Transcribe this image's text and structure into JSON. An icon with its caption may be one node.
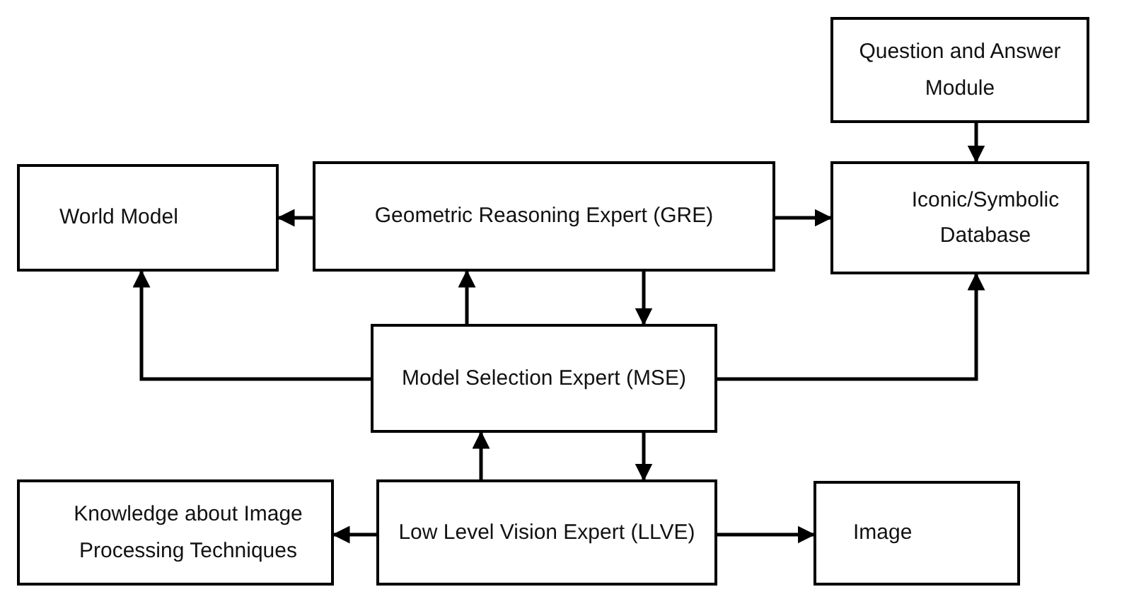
{
  "diagram": {
    "nodes": [
      {
        "text": [
          "Question and Answer Module"
        ]
      },
      {
        "text": [
          "World Model"
        ]
      },
      {
        "text": [
          "Geometric Reasoning Expert (GRE)"
        ]
      },
      {
        "text": [
          "Iconic/Symbolic Database"
        ]
      },
      {
        "text": [
          "Model Selection Expert (MSE)"
        ]
      },
      {
        "text": [
          "Knowledge about Image Processing Techniques"
        ]
      },
      {
        "text": [
          "Low Level Vision Expert (LLVE)"
        ]
      },
      {
        "text": [
          "Image"
        ]
      }
    ],
    "edges": [
      {
        "from": 0,
        "to": 3,
        "arrow": "to"
      },
      {
        "from": 2,
        "to": 1,
        "arrow": "to"
      },
      {
        "from": 2,
        "to": 3,
        "arrow": "to"
      },
      {
        "from": 4,
        "to": 2,
        "arrow": "to"
      },
      {
        "from": 2,
        "to": 4,
        "arrow": "to"
      },
      {
        "from": 4,
        "to": 1,
        "arrow": "to"
      },
      {
        "from": 4,
        "to": 3,
        "arrow": "to"
      },
      {
        "from": 6,
        "to": 4,
        "arrow": "to"
      },
      {
        "from": 4,
        "to": 6,
        "arrow": "to"
      },
      {
        "from": 6,
        "to": 5,
        "arrow": "to"
      },
      {
        "from": 6,
        "to": 7,
        "arrow": "to"
      }
    ]
  }
}
